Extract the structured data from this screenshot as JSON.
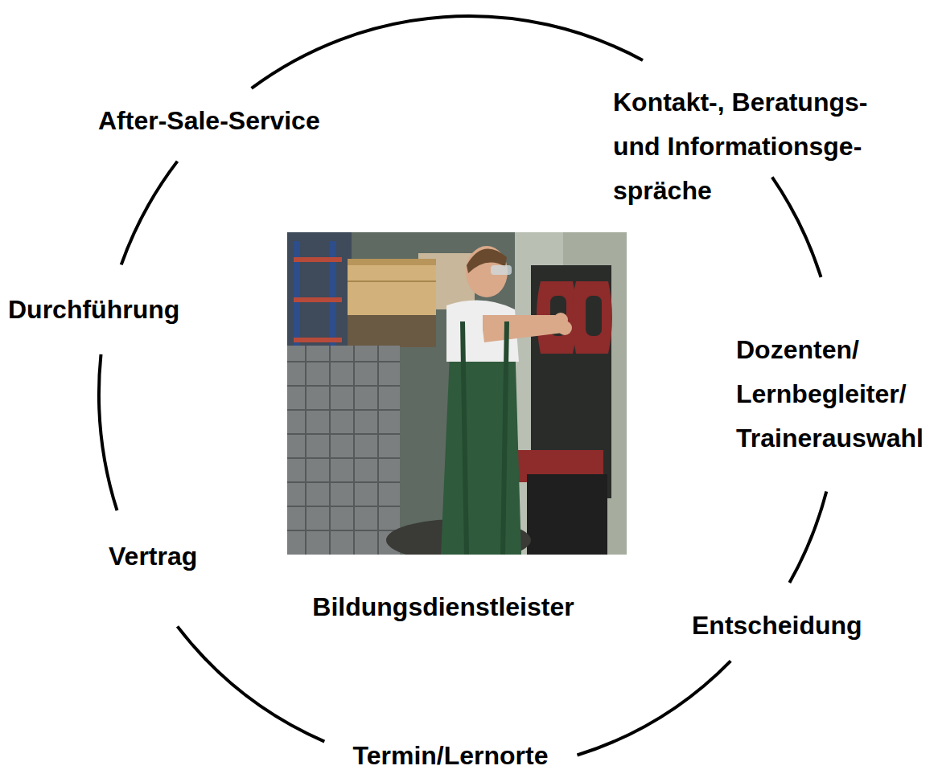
{
  "diagram": {
    "labels": [
      "After-Sale-Service",
      "Kontakt-, Beratungs- und Informationsge- spräche",
      "Dozenten/ Lernbegleiter/ Trainerauswahl",
      "Durchführung",
      "Vertrag",
      "Bildungsdienstleister",
      "Entscheidung",
      "Termin/Lernorte"
    ]
  }
}
